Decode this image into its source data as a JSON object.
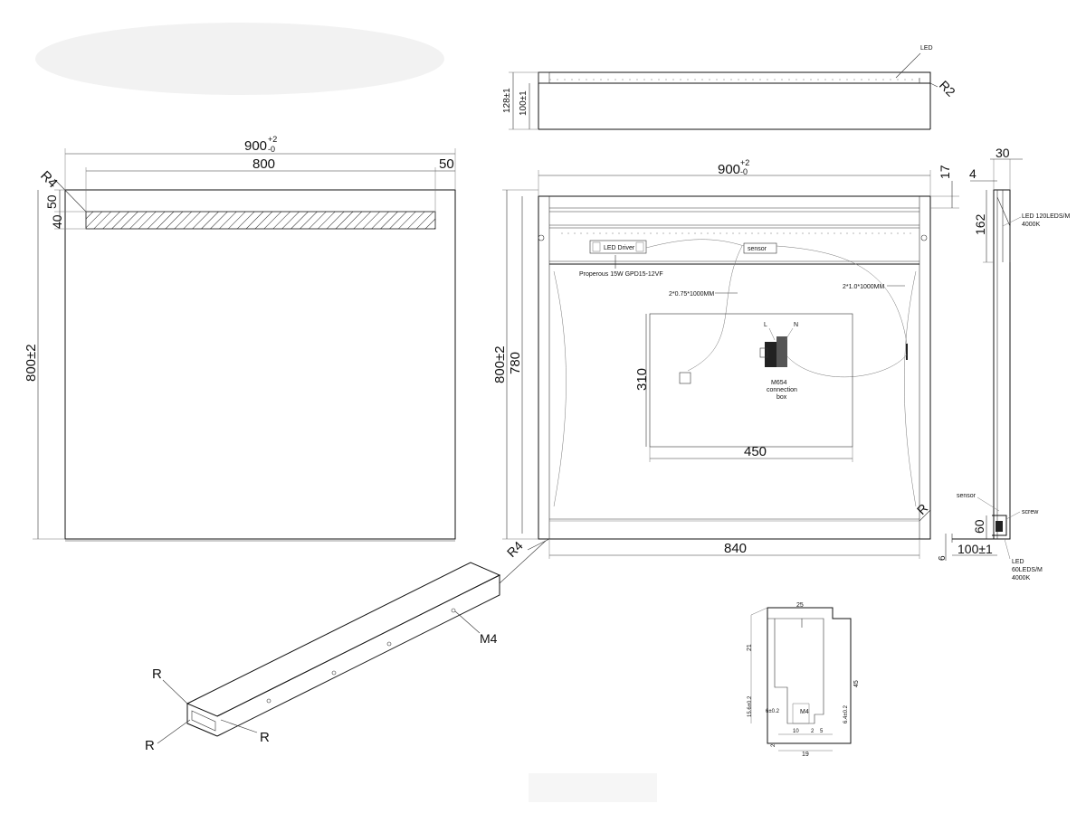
{
  "front_view": {
    "width_dim": "900",
    "width_tol_plus": "+2",
    "width_tol_minus": "-0",
    "led_strip_dim": "800",
    "right_margin_dim": "50",
    "corner_radius": "R4",
    "top_margin_dim": "50",
    "strip_height_dim": "40",
    "height_dim": "800±2"
  },
  "top_view": {
    "led_label": "LED",
    "radius": "R2",
    "total_depth": "128±1",
    "body_depth": "100±1"
  },
  "back_view": {
    "width_dim": "900",
    "width_tol_plus": "+2",
    "width_tol_minus": "-0",
    "top_offset_dim": "17",
    "height_dim": "800±2",
    "inner_height_dim": "780",
    "driver_label": "LED Driver",
    "sensor_label": "sensor",
    "driver_model": "Properous 15W  GPD15-12VF",
    "cable_left": "2*0.75*1000MM",
    "cable_right": "2*1.0*1000MM",
    "terminal_l": "L",
    "terminal_n": "N",
    "box_label_1": "M654",
    "box_label_2": "connection",
    "box_label_3": "box",
    "panel_height_dim": "310",
    "panel_width_dim": "450",
    "corner_r": "R",
    "corner_r4": "R4",
    "bottom_width_dim": "840"
  },
  "side_view": {
    "depth_dim": "30",
    "offset_dim": "4",
    "led_height_dim": "162",
    "led_top_label_1": "LED 120LEDS/M",
    "led_top_label_2": "4000K",
    "sensor_label": "sensor",
    "screw_label": "screw",
    "bracket_height_dim": "60",
    "bottom_dim": "6",
    "projection_dim": "100±1",
    "led_bottom_label_1": "LED",
    "led_bottom_label_2": "60LEDS/M",
    "led_bottom_label_3": "4000K"
  },
  "profile_iso": {
    "radius_1": "R",
    "radius_2": "R",
    "radius_3": "R",
    "thread_label": "M4"
  },
  "cross_section": {
    "top_width": "25",
    "inner_height": "21",
    "overall_height": "45",
    "left_height": "15.6±0.2",
    "inner_width": "6±0.2",
    "thread": "M4",
    "right_height": "6.4±0.2",
    "seg_10": "10",
    "seg_2": "2",
    "seg_5": "5",
    "bottom_lip": "2",
    "bottom_width": "19"
  }
}
